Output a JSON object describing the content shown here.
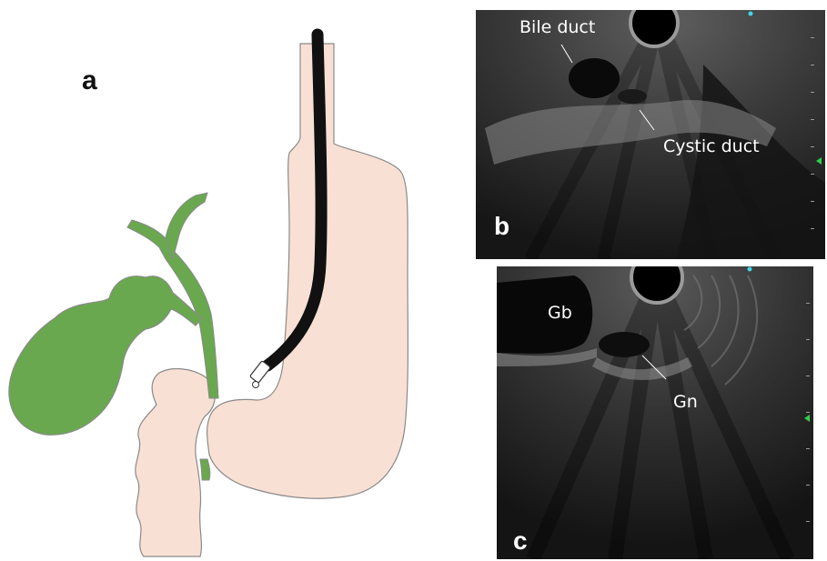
{
  "panels": {
    "a": {
      "letter": "a"
    },
    "b": {
      "letter": "b",
      "labels": {
        "bile_duct": "Bile duct",
        "cystic_duct": "Cystic duct"
      }
    },
    "c": {
      "letter": "c",
      "labels": {
        "gb": "Gb",
        "gn": "Gn"
      }
    }
  },
  "colors": {
    "organ_green": "#6aa84f",
    "stomach_pink": "#f9e0d4",
    "outline_gray": "#8a8a8a",
    "scope_black": "#111111",
    "ultrasound_bg": "#1b1b1b",
    "marker_green": "#2fd14a",
    "marker_cyan": "#3fd6e8"
  }
}
